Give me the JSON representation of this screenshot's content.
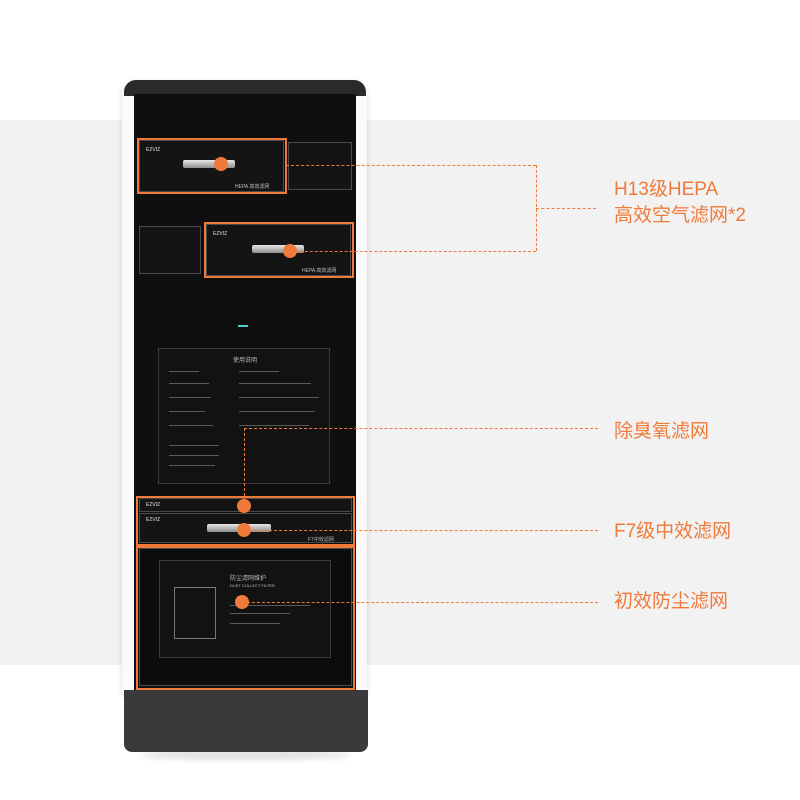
{
  "colors": {
    "accent": "#f07a3a",
    "cabinet_inner": "#0f0f0f",
    "band": "#f2f2f2"
  },
  "labels": {
    "hepa_line1": "H13级HEPA",
    "hepa_line2": "高效空气滤网*2",
    "deodorize": "除臭氧滤网",
    "f7": "F7级中效滤网",
    "primary": "初效防尘滤网"
  },
  "device": {
    "brand": "EZVIZ",
    "hepa_tag": "HEPA 高效滤网",
    "f7_tag": "F7中效滤网",
    "manual_title": "使用说明",
    "dust_title": "防尘滤网维护",
    "dust_subtitle": "DUST COLLECT FILTER"
  },
  "icons": [
    "leader-dot",
    "filter-handle"
  ]
}
